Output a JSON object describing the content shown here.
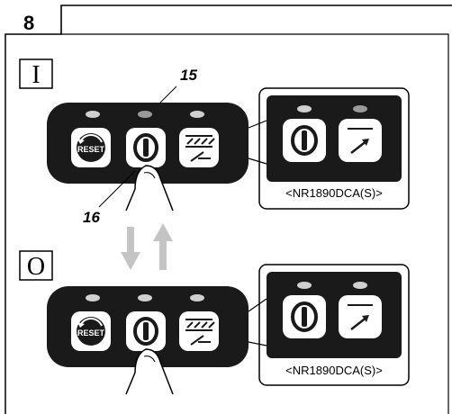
{
  "figure_number": "8",
  "panels": {
    "top": {
      "mode_label": "I",
      "callout_top": "15",
      "callout_bottom": "16",
      "reset_label": "RESET",
      "model_label": "<NR1890DCA(S)>"
    },
    "bottom": {
      "mode_label": "O",
      "reset_label": "RESET",
      "model_label": "<NR1890DCA(S)>"
    }
  },
  "colors": {
    "panel": "#1a1a1a",
    "led_on": "#9a9a9a",
    "led_off": "#d0d0d0",
    "arrow": "#c4c4c4"
  },
  "icons": [
    "reset-icon",
    "power-icon",
    "mode-icon",
    "finger-icon",
    "up-arrow-icon",
    "down-arrow-icon"
  ]
}
